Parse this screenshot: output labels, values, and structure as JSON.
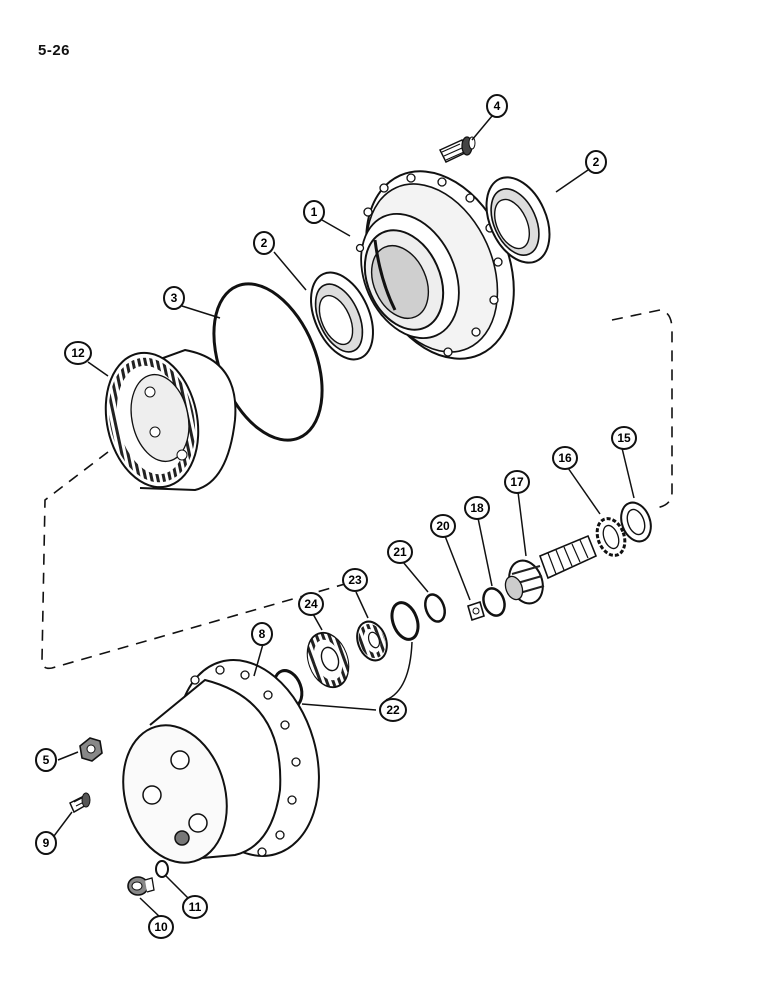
{
  "page_number": "5-26",
  "callouts": [
    {
      "id": "c1",
      "label": "1",
      "part": "wheel-hub"
    },
    {
      "id": "c2a",
      "label": "2",
      "part": "bearing-inner"
    },
    {
      "id": "c2b",
      "label": "2",
      "part": "bearing-outer"
    },
    {
      "id": "c3",
      "label": "3",
      "part": "o-ring"
    },
    {
      "id": "c4",
      "label": "4",
      "part": "wheel-stud"
    },
    {
      "id": "c5",
      "label": "5",
      "part": "nut"
    },
    {
      "id": "c8",
      "label": "8",
      "part": "planetary-housing"
    },
    {
      "id": "c9",
      "label": "9",
      "part": "bolt"
    },
    {
      "id": "c10",
      "label": "10",
      "part": "plug"
    },
    {
      "id": "c11",
      "label": "11",
      "part": "o-ring-small"
    },
    {
      "id": "c12",
      "label": "12",
      "part": "ring-gear"
    },
    {
      "id": "c15",
      "label": "15",
      "part": "thrust-washer"
    },
    {
      "id": "c16",
      "label": "16",
      "part": "lock-ring"
    },
    {
      "id": "c17",
      "label": "17",
      "part": "sun-gear-shaft"
    },
    {
      "id": "c18",
      "label": "18",
      "part": "snap-ring"
    },
    {
      "id": "c20",
      "label": "20",
      "part": "retainer-clip"
    },
    {
      "id": "c21",
      "label": "21",
      "part": "snap-ring-small"
    },
    {
      "id": "c22",
      "label": "22",
      "part": "thrust-washers"
    },
    {
      "id": "c23",
      "label": "23",
      "part": "needle-bearing"
    },
    {
      "id": "c24",
      "label": "24",
      "part": "planet-gear"
    }
  ]
}
